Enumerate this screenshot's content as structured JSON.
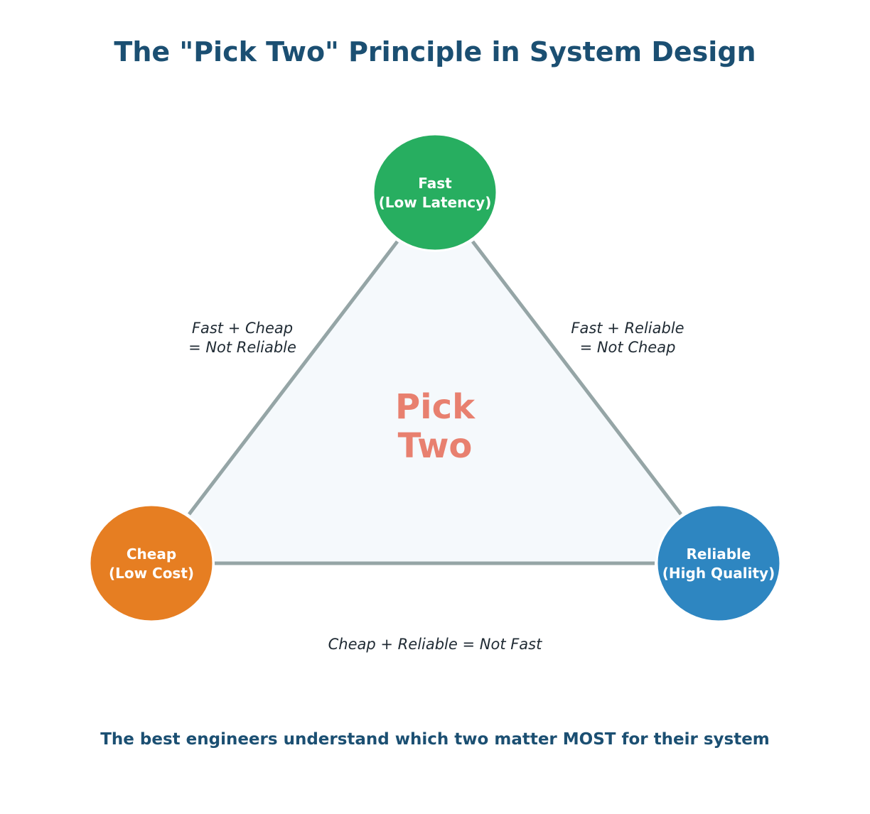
{
  "title": "The \"Pick Two\" Principle in System Design",
  "colors": {
    "title": "#1b4f72",
    "footer": "#1b4f72",
    "triangle_fill": "#f5f9fc",
    "triangle_edge": "#95a5a6",
    "center_text": "#e8806f",
    "edge_text": "#1f2a33",
    "node_text": "#ffffff",
    "node_outline": "#ffffff"
  },
  "nodes": {
    "fast": {
      "line1": "Fast",
      "line2": "(Low Latency)",
      "color": "#27ae60"
    },
    "cheap": {
      "line1": "Cheap",
      "line2": "(Low Cost)",
      "color": "#e67e22"
    },
    "reliable": {
      "line1": "Reliable",
      "line2": "(High Quality)",
      "color": "#2e86c1"
    }
  },
  "edge_labels": {
    "fast_cheap": {
      "line1": "Fast + Cheap",
      "line2": "= Not Reliable"
    },
    "fast_reliable": {
      "line1": "Fast + Reliable",
      "line2": "= Not Cheap"
    },
    "cheap_reliable": "Cheap + Reliable = Not Fast"
  },
  "center": {
    "line1": "Pick",
    "line2": "Two"
  },
  "footer": "The best engineers understand which two matter MOST for their system"
}
